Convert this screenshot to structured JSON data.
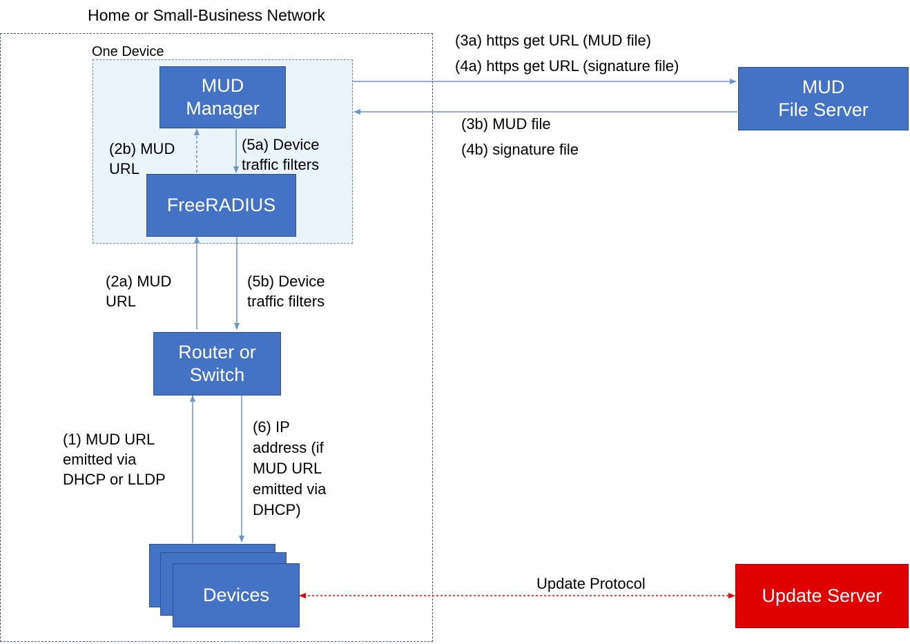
{
  "labels": {
    "network_title": "Home or Small-Business Network",
    "device_title": "One Device",
    "mud_url_2b": [
      "(2b) MUD",
      "URL"
    ],
    "filters_5a": [
      "(5a) Device",
      "traffic filters"
    ],
    "mud_url_2a": [
      "(2a) MUD",
      "URL"
    ],
    "filters_5b": [
      "(5b) Device",
      "traffic filters"
    ],
    "mud_url_1": [
      "(1) MUD URL",
      "emitted via",
      "DHCP or LLDP"
    ],
    "ip_address_6": [
      "(6) IP",
      "address (if",
      "MUD URL",
      "emitted via",
      "DHCP)"
    ],
    "get_mud_3a": "(3a) https get URL (MUD file)",
    "get_sig_4a": "(4a) https get URL (signature file)",
    "mud_file_3b": "(3b) MUD file",
    "sig_file_4b": "(4b) signature file",
    "update_protocol": "Update Protocol"
  },
  "nodes": {
    "mud_manager": [
      "MUD",
      "Manager"
    ],
    "freeradius": "FreeRADIUS",
    "router": [
      "Router or",
      "Switch"
    ],
    "devices": "Devices",
    "mud_file_server": [
      "MUD",
      "File Server"
    ],
    "update_server": "Update Server"
  },
  "colors": {
    "node_fill": "#4472C4",
    "update_server_fill": "#E00000",
    "arrow": "#6E93C6",
    "update_arrow": "#E00000",
    "device_area_fill": "#E9F4FB"
  }
}
